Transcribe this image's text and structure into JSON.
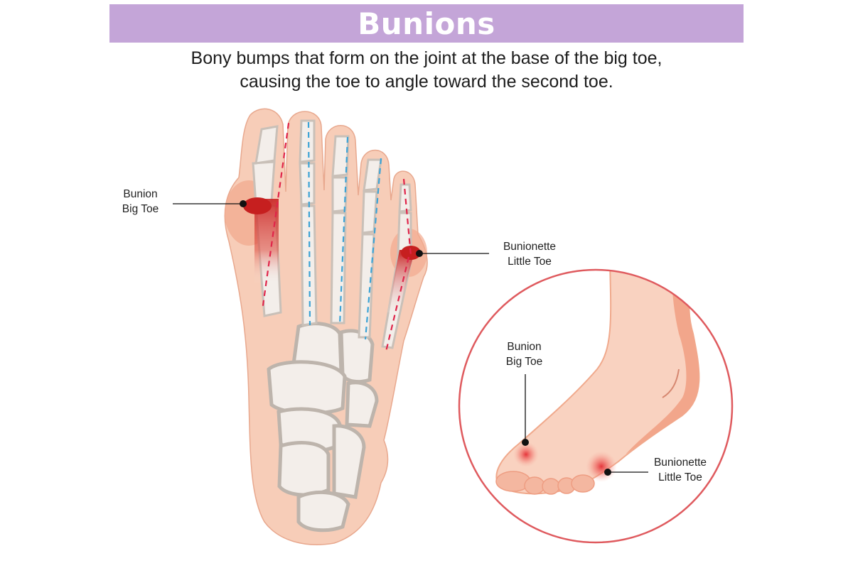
{
  "header": {
    "title": "Bunions",
    "banner_color": "#C4A5D8"
  },
  "description": {
    "line1": "Bony bumps that form on the joint at the base of the big toe,",
    "line2": "causing the toe to angle toward the second toe."
  },
  "skeleton_diagram": {
    "labels": {
      "big_toe": {
        "line1": "Bunion",
        "line2": "Big Toe"
      },
      "little_toe": {
        "line1": "Bunionette",
        "line2": "Little Toe"
      }
    },
    "colors": {
      "skin": "#F7CDB8",
      "skin_outline": "#E8A88E",
      "bone": "#F3EEEA",
      "bone_shadow": "#C9C0B8",
      "inflammation": "#D83A2E",
      "red_axis": "#E0254A",
      "blue_axis": "#3BA3D6"
    }
  },
  "inset_diagram": {
    "circle_color": "#DF5A5E",
    "labels": {
      "big_toe": {
        "line1": "Bunion",
        "line2": "Big Toe"
      },
      "little_toe": {
        "line1": "Bunionette",
        "line2": "Little Toe"
      }
    }
  }
}
